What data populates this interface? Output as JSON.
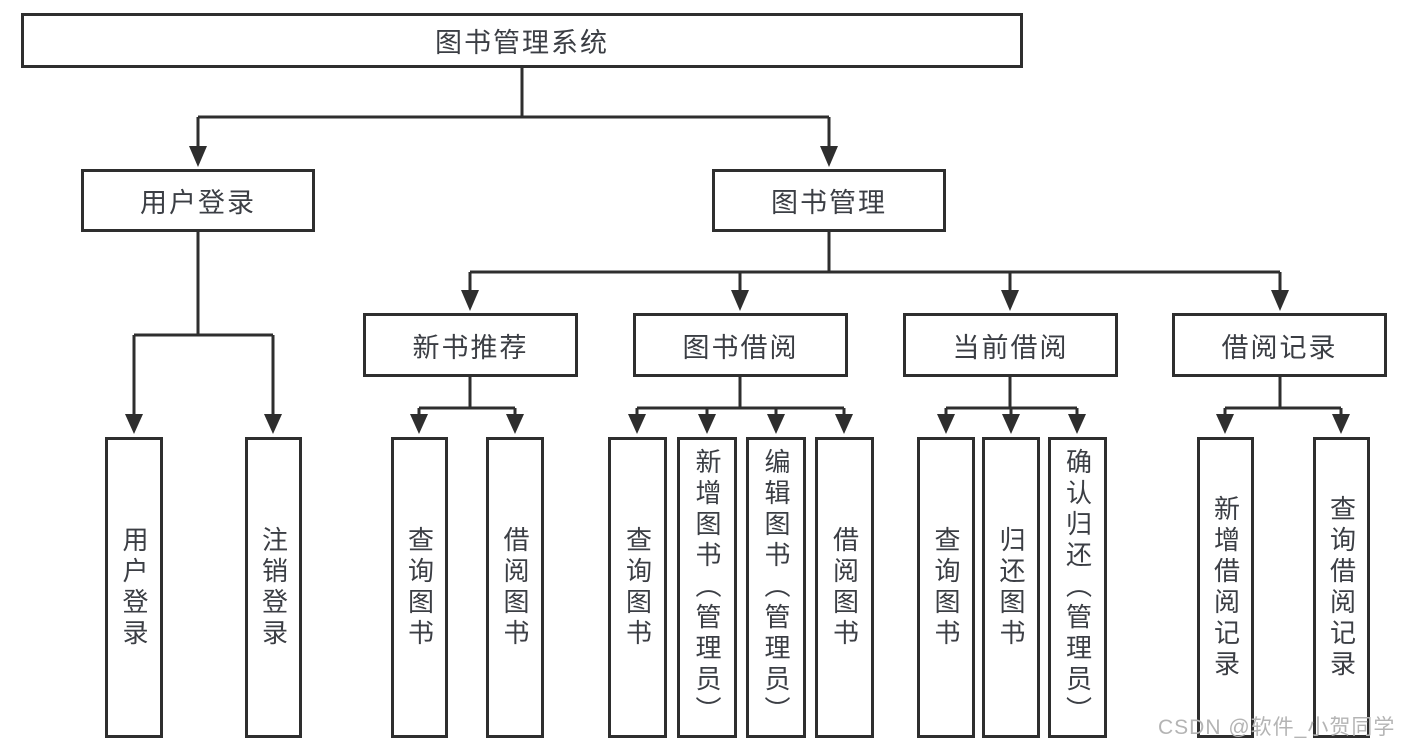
{
  "diagram": {
    "watermark": "CSDN @软件_小贺同学"
  },
  "colors": {
    "line": "#2e2e2e",
    "text": "#3b3e44",
    "watermark": "#b4b4b4",
    "background": "#ffffff"
  },
  "nodes": {
    "root": {
      "label": "图书管理系统"
    },
    "user_login": {
      "label": "用户登录"
    },
    "book_mgmt": {
      "label": "图书管理"
    },
    "user_login_action": {
      "label": "用户登录"
    },
    "logout_action": {
      "label": "注销登录"
    },
    "new_book_rec": {
      "label": "新书推荐"
    },
    "book_borrow": {
      "label": "图书借阅"
    },
    "current_borrow": {
      "label": "当前借阅"
    },
    "borrow_records": {
      "label": "借阅记录"
    },
    "nbr_query_books": {
      "label": "查询图书"
    },
    "nbr_borrow_books": {
      "label": "借阅图书"
    },
    "bb_query_books": {
      "label": "查询图书"
    },
    "bb_add_books": {
      "label": "新增图书（管理员）"
    },
    "bb_edit_books": {
      "label": "编辑图书（管理员）"
    },
    "bb_borrow_books": {
      "label": "借阅图书"
    },
    "cb_query_books": {
      "label": "查询图书"
    },
    "cb_return_books": {
      "label": "归还图书"
    },
    "cb_confirm_return": {
      "label": "确认归还（管理员）"
    },
    "br_add_record": {
      "label": "新增借阅记录"
    },
    "br_query_record": {
      "label": "查询借阅记录"
    }
  },
  "structure": {
    "root": [
      "user_login",
      "book_mgmt"
    ],
    "user_login": [
      "user_login_action",
      "logout_action"
    ],
    "book_mgmt": [
      "new_book_rec",
      "book_borrow",
      "current_borrow",
      "borrow_records"
    ],
    "new_book_rec": [
      "nbr_query_books",
      "nbr_borrow_books"
    ],
    "book_borrow": [
      "bb_query_books",
      "bb_add_books",
      "bb_edit_books",
      "bb_borrow_books"
    ],
    "current_borrow": [
      "cb_query_books",
      "cb_return_books",
      "cb_confirm_return"
    ],
    "borrow_records": [
      "br_add_record",
      "br_query_record"
    ]
  }
}
